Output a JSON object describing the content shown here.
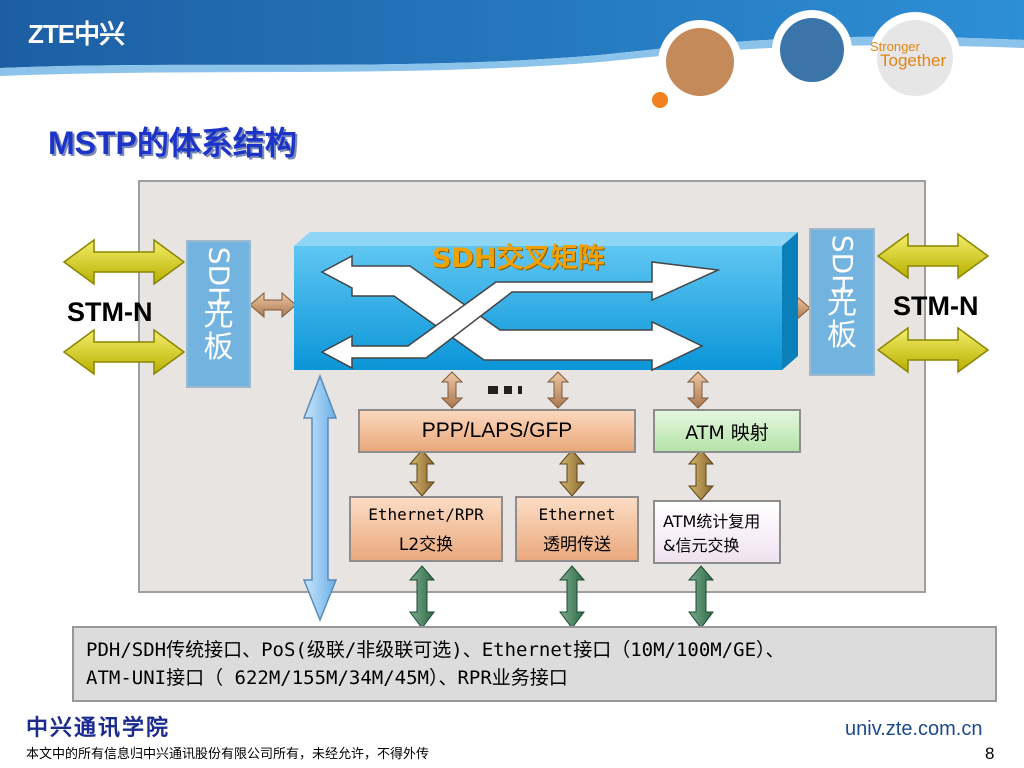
{
  "header": {
    "brand": "ZTE中兴",
    "slogan_line1": "Stronger",
    "slogan_line2": "Together"
  },
  "slide": {
    "title": "MSTP的体系结构",
    "page_number": "8"
  },
  "diagram": {
    "stm_left": "STM-N",
    "stm_right": "STM-N",
    "sdh_left": {
      "top": "SDH",
      "bottom": "光板"
    },
    "sdh_right": {
      "top": "SDH",
      "bottom": "光板"
    },
    "matrix_label": "SDH交叉矩阵",
    "ellipsis": "…",
    "ppp_label": "PPP/LAPS/GFP",
    "atm_map_label": "ATM 映射",
    "eth_rpr": {
      "line1": "Ethernet/RPR",
      "line2": "L2交换"
    },
    "eth_transparent": {
      "line1": "Ethernet",
      "line2": "透明传送"
    },
    "atm_switch": {
      "line1": "ATM统计复用",
      "line2": "&信元交换"
    },
    "interfaces_line1": "PDH/SDH传统接口、PoS(级联/非级联可选)、Ethernet接口（10M/100M/GE）、",
    "interfaces_line2": "ATM-UNI接口（ 622M/155M/34M/45M）、RPR业务接口",
    "colors": {
      "panel": "#e7e4e2",
      "sdh_board": "#73b3e0",
      "matrix": "#1ea7e3",
      "yellow_arrow": "#d8d21a",
      "title": "#1c35c8"
    }
  },
  "footer": {
    "school": "中兴通讯学院",
    "copyright": "本文中的所有信息归中兴通讯股份有限公司所有，未经允许，不得外传",
    "url": "univ.zte.com.cn"
  }
}
